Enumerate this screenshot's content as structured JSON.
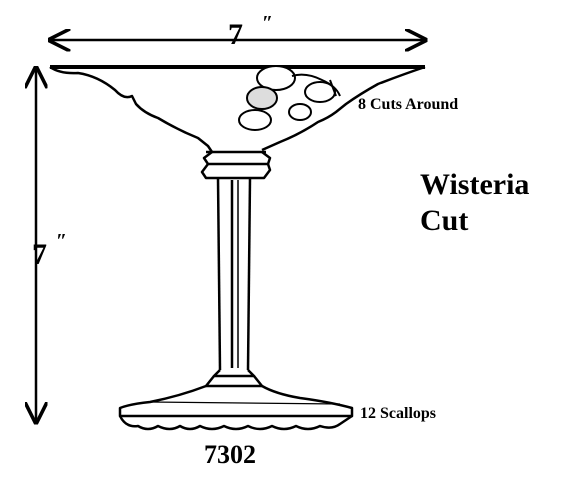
{
  "diagram": {
    "width_label": "7",
    "width_mark": "″",
    "height_label": "7",
    "height_mark": "″",
    "cuts_label": "8 Cuts Around",
    "pattern_line1": "Wisteria",
    "pattern_line2": "Cut",
    "scallops_label": "12 Scallops",
    "model_number": "7302"
  },
  "colors": {
    "ink": "#000000",
    "background": "#ffffff"
  }
}
